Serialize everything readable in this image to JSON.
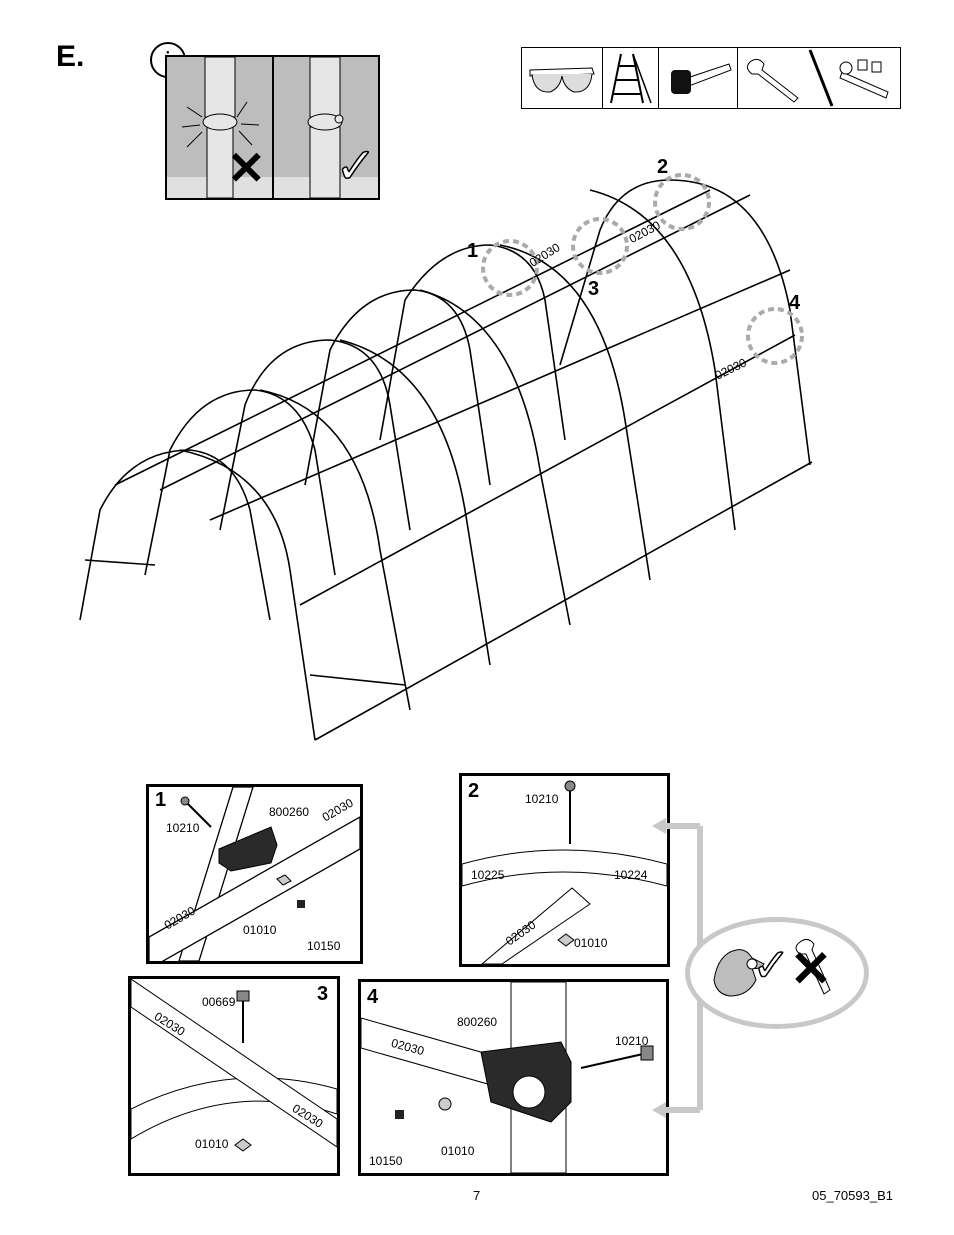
{
  "step": {
    "letter": "E."
  },
  "info": {
    "icon_glyph": "i",
    "wrong_mark": "✕",
    "right_mark": "✓"
  },
  "tools": [
    {
      "name": "safety-glasses-icon"
    },
    {
      "name": "ladder-icon"
    },
    {
      "name": "rubber-mallet-icon"
    },
    {
      "name": "adjustable-wrench-and-socket-icon"
    }
  ],
  "frame": {
    "callouts": [
      "1",
      "2",
      "3",
      "4"
    ],
    "part_labels": [
      "02030",
      "02030",
      "02030"
    ]
  },
  "details": {
    "d1": {
      "num": "1",
      "labels": {
        "bolt": "10210",
        "bracket": "800260",
        "pipe_top": "02030",
        "pipe_bottom": "02030",
        "nut": "01010",
        "cap": "10150"
      }
    },
    "d2": {
      "num": "2",
      "labels": {
        "bolt": "10210",
        "arch_left": "10225",
        "arch_right": "10224",
        "pipe": "02030",
        "nut": "01010"
      }
    },
    "d3": {
      "num": "3",
      "labels": {
        "bolt": "00669",
        "pipe_left": "02030",
        "pipe_right": "02030",
        "nut": "01010"
      }
    },
    "d4": {
      "num": "4",
      "labels": {
        "bracket": "800260",
        "pipe": "02030",
        "bolt": "10210",
        "cap": "10150",
        "nut": "01010"
      }
    }
  },
  "hand_tight": {
    "icon": "hand-tighten-icon",
    "ok": "✓",
    "no": "✕"
  },
  "footer": {
    "page": "7",
    "doc_code": "05_70593_B1"
  },
  "colors": {
    "line": "#000000",
    "callout_circle": "#aaaaaa",
    "arrow": "#c8c8c8",
    "bracket": "#2a2a2a"
  }
}
